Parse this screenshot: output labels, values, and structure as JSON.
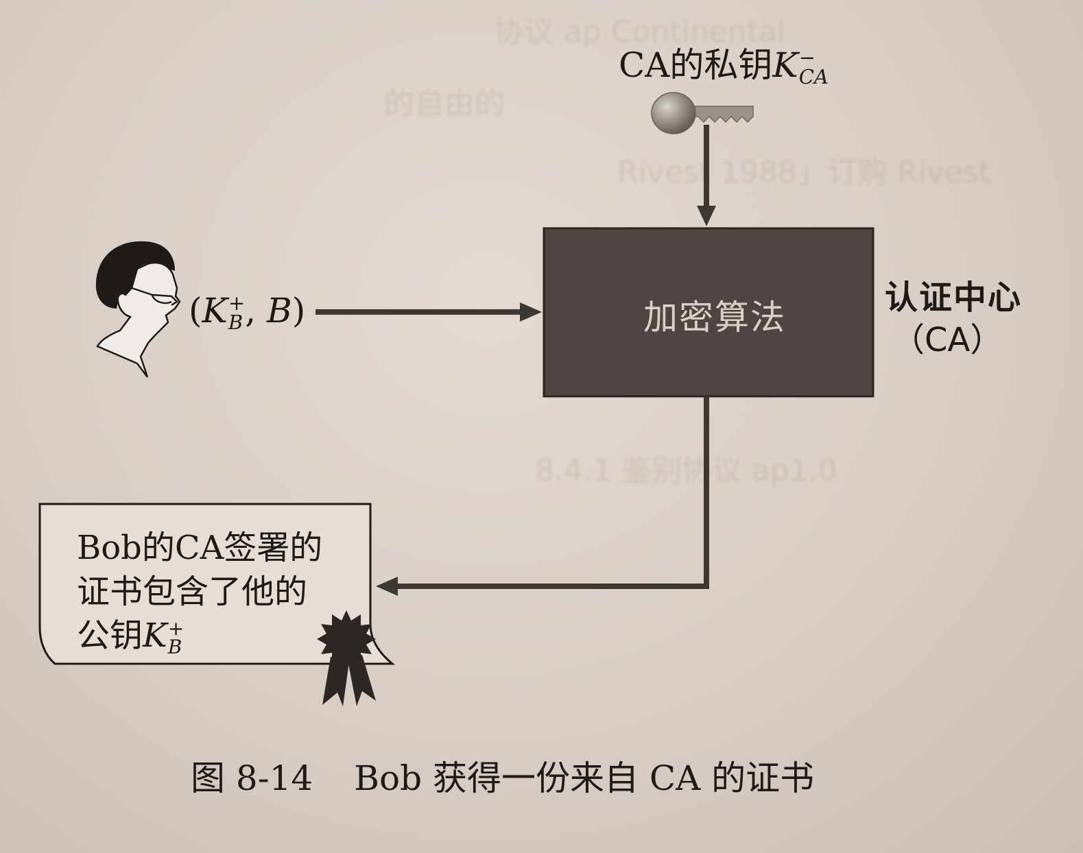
{
  "private_key": {
    "prefix": "CA的私钥",
    "symbol": "K",
    "sup": "−",
    "sub": "CA"
  },
  "input": {
    "open": "(",
    "symbol": "K",
    "sup": "+",
    "sub": "B",
    "sep": ", ",
    "b": "B",
    "close": ")"
  },
  "encrypt_box": {
    "label": "加密算法",
    "fill": "#4d4643"
  },
  "ca": {
    "line1": "认证中心",
    "line2": "（CA）"
  },
  "certificate": {
    "line1": "Bob的CA签署的",
    "line2": "证书包含了他的",
    "line3_prefix": "公钥",
    "symbol": "K",
    "sup": "+",
    "sub": "B"
  },
  "caption": {
    "figure_no": "图 8-14",
    "text": "Bob 获得一份来自 CA 的证书"
  },
  "ghost_text": {
    "a": "协议 ap Continental",
    "b": "的自由的",
    "c": "Rivest 1988」订购 Rivest",
    "d": "8.4.1 鉴别协议 ap1.0"
  }
}
